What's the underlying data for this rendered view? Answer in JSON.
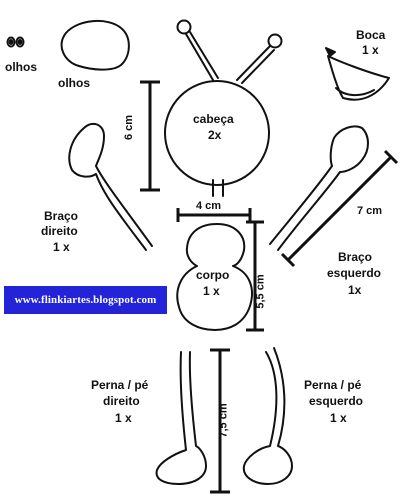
{
  "pieces": {
    "eyes": {
      "label": "olhos"
    },
    "eyes_outline": {
      "label": "olhos"
    },
    "mouth": {
      "name": "Boca",
      "qty": "1 x"
    },
    "head": {
      "name": "cabeça",
      "qty": "2x"
    },
    "body": {
      "name": "corpo",
      "qty": "1 x"
    },
    "arm_right": {
      "name1": "Braço",
      "name2": "direito",
      "qty": "1 x"
    },
    "arm_left": {
      "name1": "Braço",
      "name2": "esquerdo",
      "qty": "1x"
    },
    "leg_right": {
      "name1": "Perna / pé",
      "name2": "direito",
      "qty": "1 x"
    },
    "leg_left": {
      "name1": "Perna / pé",
      "name2": "esquerdo",
      "qty": "1 x"
    }
  },
  "measurements": {
    "head_height": "6 cm",
    "neck_width": "4 cm",
    "body_height": "5,5 cm",
    "arm_length": "7 cm",
    "leg_length": "7,5 cm"
  },
  "banner": {
    "url": "www.flinkiartes.blogspot.com",
    "color": "#2323d8"
  }
}
